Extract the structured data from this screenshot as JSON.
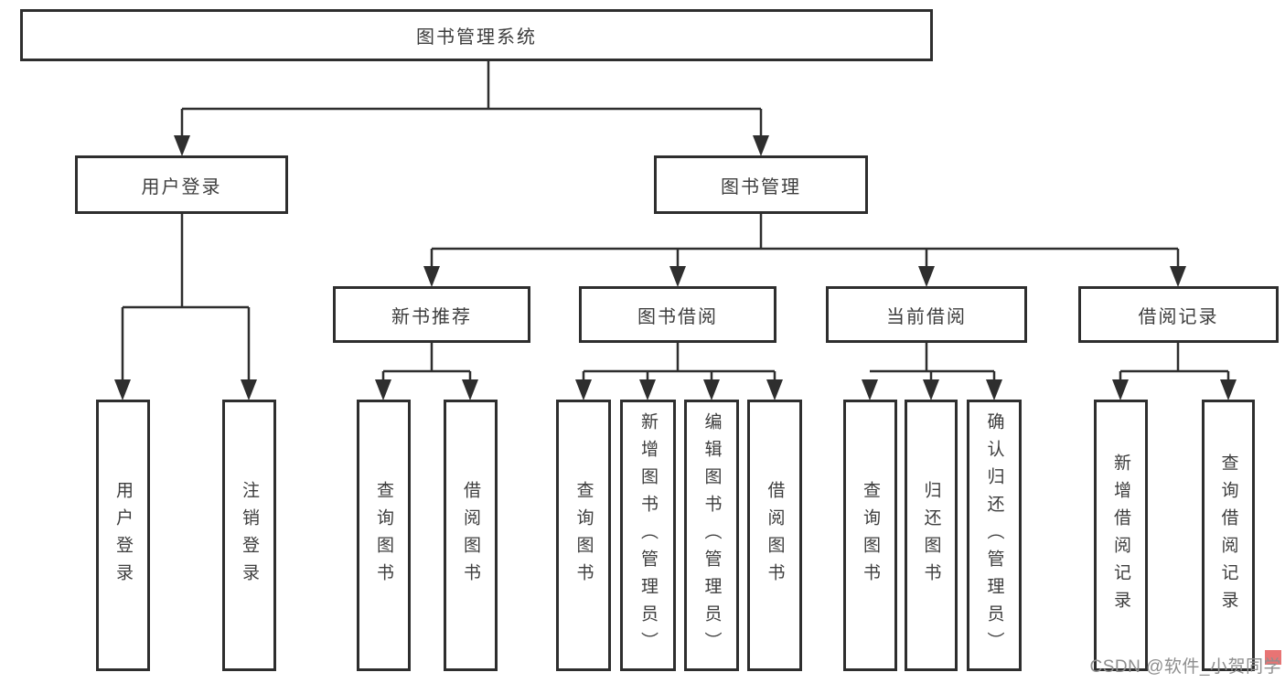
{
  "diagram": {
    "root_label": "图书管理系统",
    "level2": [
      {
        "label": "用户登录",
        "leaves": [
          "用户登录",
          "注销登录"
        ]
      },
      {
        "label": "图书管理",
        "groups": [
          {
            "label": "新书推荐",
            "leaves": [
              "查询图书",
              "借阅图书"
            ]
          },
          {
            "label": "图书借阅",
            "leaves": [
              "查询图书",
              "新增图书（管理员）",
              "编辑图书（管理员）",
              "借阅图书"
            ]
          },
          {
            "label": "当前借阅",
            "leaves": [
              "查询图书",
              "归还图书",
              "确认归还（管理员）"
            ]
          },
          {
            "label": "借阅记录",
            "leaves": [
              "新增借阅记录",
              "查询借阅记录"
            ]
          }
        ]
      }
    ]
  },
  "watermark": {
    "text": "CSDN @软件_小贺同学"
  },
  "colors": {
    "line": "#2e2e2e",
    "node_text": "#3d3d3d",
    "watermark_text": "#8e8e8e",
    "watermark_accent": "#e04646",
    "background": "#ffffff"
  }
}
